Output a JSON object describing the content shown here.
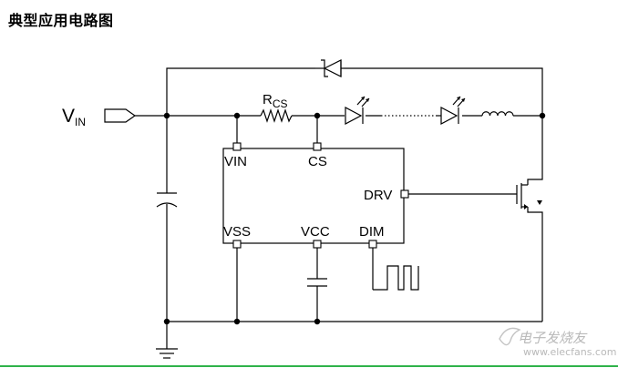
{
  "title": "典型应用电路图",
  "vin": {
    "main": "V",
    "sub": "IN"
  },
  "resistor": {
    "main": "R",
    "sub": "CS"
  },
  "ic": {
    "pins": {
      "vin": "VIN",
      "cs": "CS",
      "drv": "DRV",
      "vss": "VSS",
      "vcc": "VCC",
      "dim": "DIM"
    }
  },
  "watermark": {
    "cn": "电子发烧友",
    "url": "www.elecfans.com"
  },
  "colors": {
    "accent_line": "#2fb34a"
  }
}
